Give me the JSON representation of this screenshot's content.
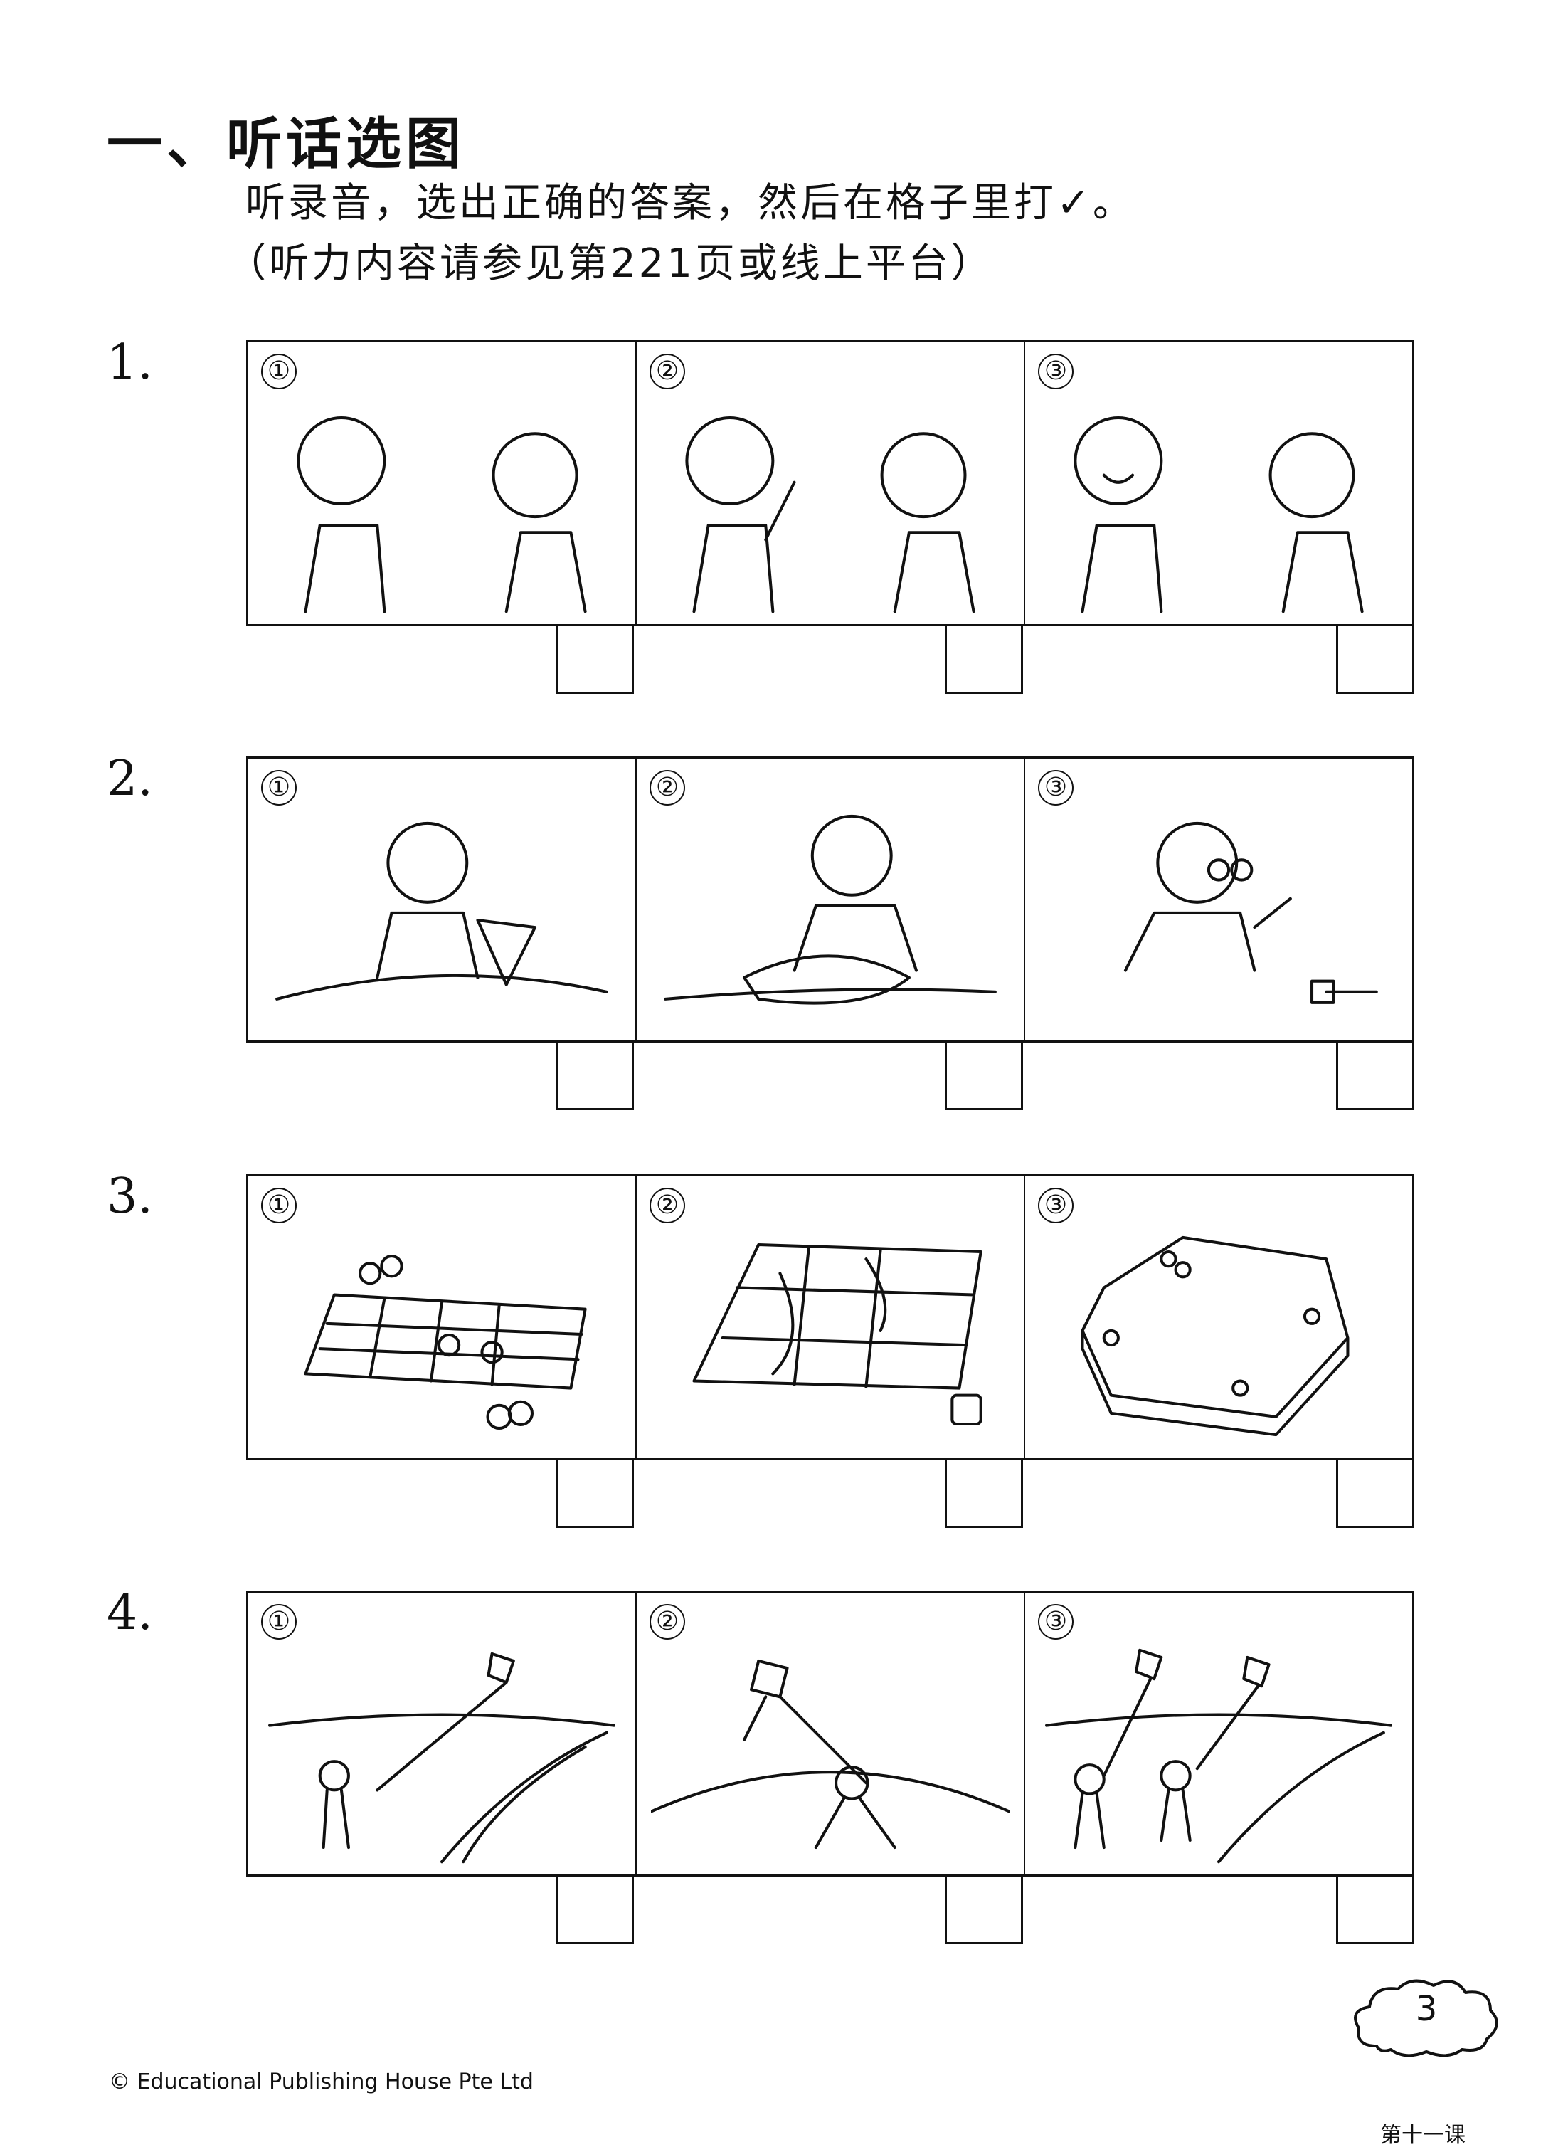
{
  "section": {
    "title": "一、听话选图",
    "instruction_line1": "听录音，选出正确的答案，然后在格子里打✓。",
    "instruction_line2": "（听力内容请参见第221页或线上平台）"
  },
  "questions": [
    {
      "number": "1.",
      "options": [
        {
          "label": "①",
          "picture": "boy nodding at another boy"
        },
        {
          "label": "②",
          "picture": "boy waving hand at another boy"
        },
        {
          "label": "③",
          "picture": "boy smiling at another boy"
        }
      ]
    },
    {
      "number": "2.",
      "options": [
        {
          "label": "①",
          "picture": "boy cutting paper with scissors"
        },
        {
          "label": "②",
          "picture": "woman cutting cloth with scissors"
        },
        {
          "label": "③",
          "picture": "grandmother sewing with thread spool"
        }
      ]
    },
    {
      "number": "3.",
      "options": [
        {
          "label": "①",
          "picture": "chinese chess board with pieces"
        },
        {
          "label": "②",
          "picture": "snakes and ladders board with die"
        },
        {
          "label": "③",
          "picture": "chinese checkers board with marbles"
        }
      ]
    },
    {
      "number": "4.",
      "options": [
        {
          "label": "①",
          "picture": "boy flying kite by river"
        },
        {
          "label": "②",
          "picture": "boy running with kite on grass"
        },
        {
          "label": "③",
          "picture": "two children flying kites by river"
        }
      ]
    }
  ],
  "footer": {
    "copyright": "© Educational Publishing House Pte Ltd",
    "page_number": "3",
    "lesson": "第十一课"
  }
}
